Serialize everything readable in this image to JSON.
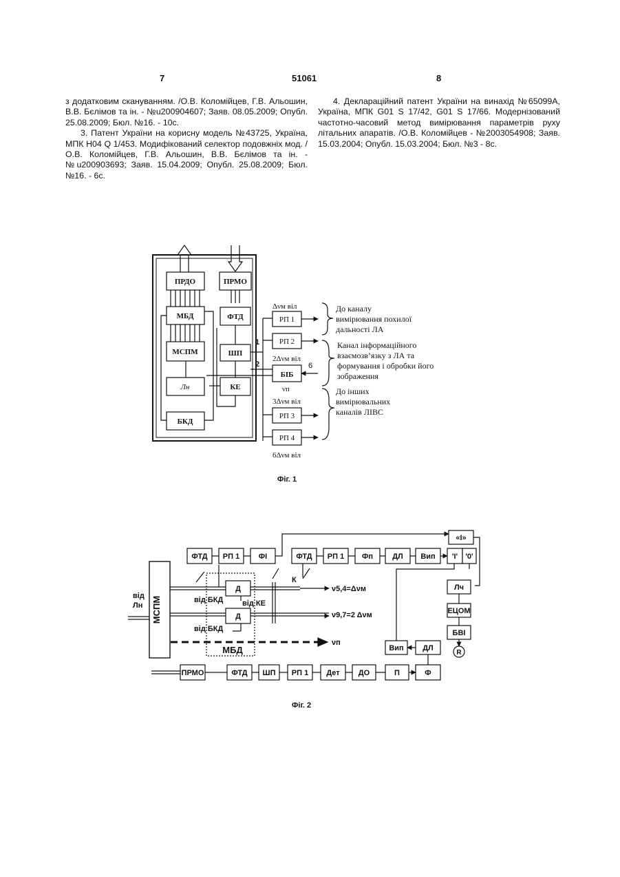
{
  "header": {
    "left_page": "7",
    "doc_number": "51061",
    "right_page": "8"
  },
  "left_column": [
    "з додатковим скануванням. /О.В. Коломійцев, Г.В. Альошин, В.В. Бєлімов та ін. - №u200904607; Заяв. 08.05.2009; Опубл. 25.08.2009; Бюл. №16. - 10с.",
    "3. Патент України на корисну модель №43725, Україна, МПК H04 Q 1/453. Модифікований селектор подовжніх мод. /О.В. Коломійцев, Г.В. Альошин, В.В. Бєлімов та ін. - №u200903693; Заяв. 15.04.2009; Опубл. 25.08.2009; Бюл. №16. - 6с."
  ],
  "right_column": [
    "4. Деклараційний патент України на винахід №65099А, Україна, МПК G01 S 17/42, G01 S 17/66. Модернізований частотно-часовий метод вимірювання параметрів руху літальних апаратів. /О.В. Коломійцев - №2003054908; Заяв. 15.03.2004; Опубл. 15.03.2004; Бюл. №3 - 8с."
  ],
  "fig1": {
    "caption": "Фіг. 1",
    "blocks": {
      "prdo": "ПРДО",
      "prmo": "ПРМО",
      "mbd": "МБД",
      "ftd": "ФТД",
      "mspm": "МСПМ",
      "shp": "ШП",
      "ln": "Лн",
      "ke": "КЕ",
      "bkd": "БКД",
      "bib": "БІБ"
    },
    "rp": {
      "rp1": "РП 1",
      "rp2": "РП 2",
      "rp3": "РП 3",
      "rp4": "РП 4"
    },
    "freq": {
      "f1": "Δνм віл",
      "f2": "2Δνм віл",
      "f3": "3Δνм віл",
      "f4": "6Δνм віл",
      "vn": "νп"
    },
    "nums": {
      "n1": "1",
      "n2": "2",
      "n6": "6"
    },
    "notes": {
      "a1": "До каналу",
      "a2": "вимірювання похилої",
      "a3": "дальності ЛА",
      "b1": "Канал інформаційного",
      "b2": "взаємозв’язку з ЛА та",
      "b3": "формування і обробки його",
      "b4": "зображення",
      "c1": "До інших",
      "c2": "вимірювальних",
      "c3": "каналів ЛІВС"
    }
  },
  "fig2": {
    "caption": "Фіг. 2",
    "blocks": {
      "mspm": "МСПМ",
      "ftd_a": "ФТД",
      "rp1_a": "РП 1",
      "fi": "ФІ",
      "ftd_b": "ФТД",
      "rp1_b": "РП 1",
      "fp": "Фп",
      "dl_a": "ДЛ",
      "vip_a": "Вип",
      "one_q": "'І'",
      "zero_q": "'0'",
      "i_big": "«І»",
      "lch": "Лч",
      "etsom": "ЕЦОМ",
      "bvi": "БВІ",
      "r": "R",
      "d1": "Д",
      "d2": "Д",
      "mbd": "МБД",
      "vip_b": "Вип",
      "dl_b": "ДЛ",
      "prmo": "ПРМО",
      "ftd_c": "ФТД",
      "shp": "ШП",
      "rp1_c": "РП 1",
      "det": "Дет",
      "do": "ДО",
      "p": "П",
      "f": "Ф"
    },
    "labels": {
      "vid": "від",
      "ln": "Лн",
      "vid_bkd_1": "від БКД",
      "vid_bkd_2": "від БКД",
      "vid_ke": "від КЕ",
      "k": "К",
      "f54": "ν5,4=Δνм",
      "f97": "ν9,7=2 Δνм",
      "vn": "νп"
    }
  }
}
